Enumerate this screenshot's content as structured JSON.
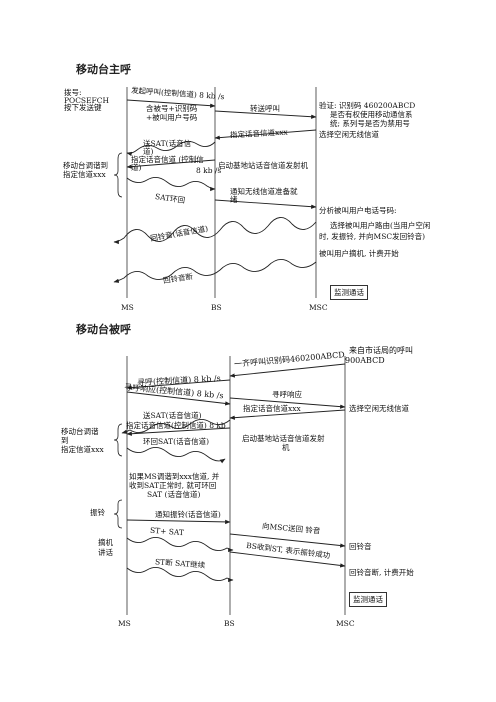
{
  "section1": {
    "title": "移动台主呼",
    "lane_labels": [
      "MS",
      "BS",
      "MSC"
    ],
    "dial_label": "拨号:",
    "dial_sub": "POCSEFCH",
    "send_key": "按下发送键",
    "msg_call_origin": "发起呼叫(控制信道) 8 kb /s",
    "msg_origin_detail_1": "含被号+识别码",
    "msg_origin_detail_2": "+被叫用户号码",
    "msg_forward_call": "转送呼叫",
    "verify_1": "验证: 识别码 460200ABCD",
    "verify_2": "是否有权使用移动通信系",
    "verify_3": "统; 系列号是否为禁用号",
    "select_channel": "选择空闲无线信道",
    "msg_assign_channel": "指定话音信道xxx",
    "msg_send_sat": "送SAT(话音信",
    "msg_send_sat_2": "道)",
    "msg_assign_voice": "指定话音信道 (控制信",
    "msg_assign_voice_2": "道)",
    "rate_8kbs": "8 kb /s",
    "tuned_1": "移动台调谐到",
    "tuned_2": "指定信道xxx",
    "start_tx": "启动基地站话音信道发射机",
    "msg_notify_ready_1": "通知无线信道准备就",
    "msg_notify_ready_2": "绪",
    "msg_sat_loop": "SAT环回",
    "analyze_number": "分析被叫用户电话号码:",
    "route_1": "选择被叫用户路由(当用户空闲",
    "route_2": "时, 发振铃, 并向MSC发回铃音)",
    "msg_ringback": "回铃音(话音信道)",
    "answer": "被叫用户摘机, 计费开始",
    "msg_ringback_2": "回铃音断",
    "monitor": "监测通话"
  },
  "section2": {
    "title": "移动台被呼",
    "lane_labels": [
      "MS",
      "BS",
      "MSC"
    ],
    "incoming_1": "来自市话局的呼叫",
    "incoming_2": "900ABCD",
    "msg_page_all": "一齐呼叫识别码460200ABCD",
    "msg_page": "寻呼(控制信道) 8 kb /s",
    "msg_page_response": "寻呼响应(控制信道) 8 kb /s",
    "msg_page_response_2": "寻呼响应",
    "select_channel": "选择空闲无线信道",
    "msg_assign_channel": "指定话音信道xxx",
    "msg_send_sat": "送SAT(话音信道)",
    "msg_assign_voice": "指定话音信道(控制信道) 8 kb",
    "msg_loop_sat": "环回SAT(话音信道)",
    "tuned_1": "移动台调谐",
    "tuned_2": "到",
    "tuned_3": "指定信道xxx",
    "start_tx_1": "启动基地站话音信道发射",
    "start_tx_2": "机",
    "note_1": "如果MS调谐到xxx信道, 并",
    "note_2": "收到SAT正常时, 就可环回",
    "note_3": "SAT (话音信道)",
    "ringing": "振铃",
    "msg_notify_ring": "通知振铃(话音信道)",
    "msg_st_sat": "ST+ SAT",
    "msg_to_msc_ring": "向MSC送回 铃音",
    "ringback": "回铃音",
    "offhook_1": "摘机",
    "offhook_2": "讲话",
    "msg_bs_stop": "BS收到ST, 表示振铃成功",
    "msg_st_stop": "ST断 SAT继续",
    "ringback_off": "回铃音断, 计费开始",
    "monitor": "监测通话"
  }
}
